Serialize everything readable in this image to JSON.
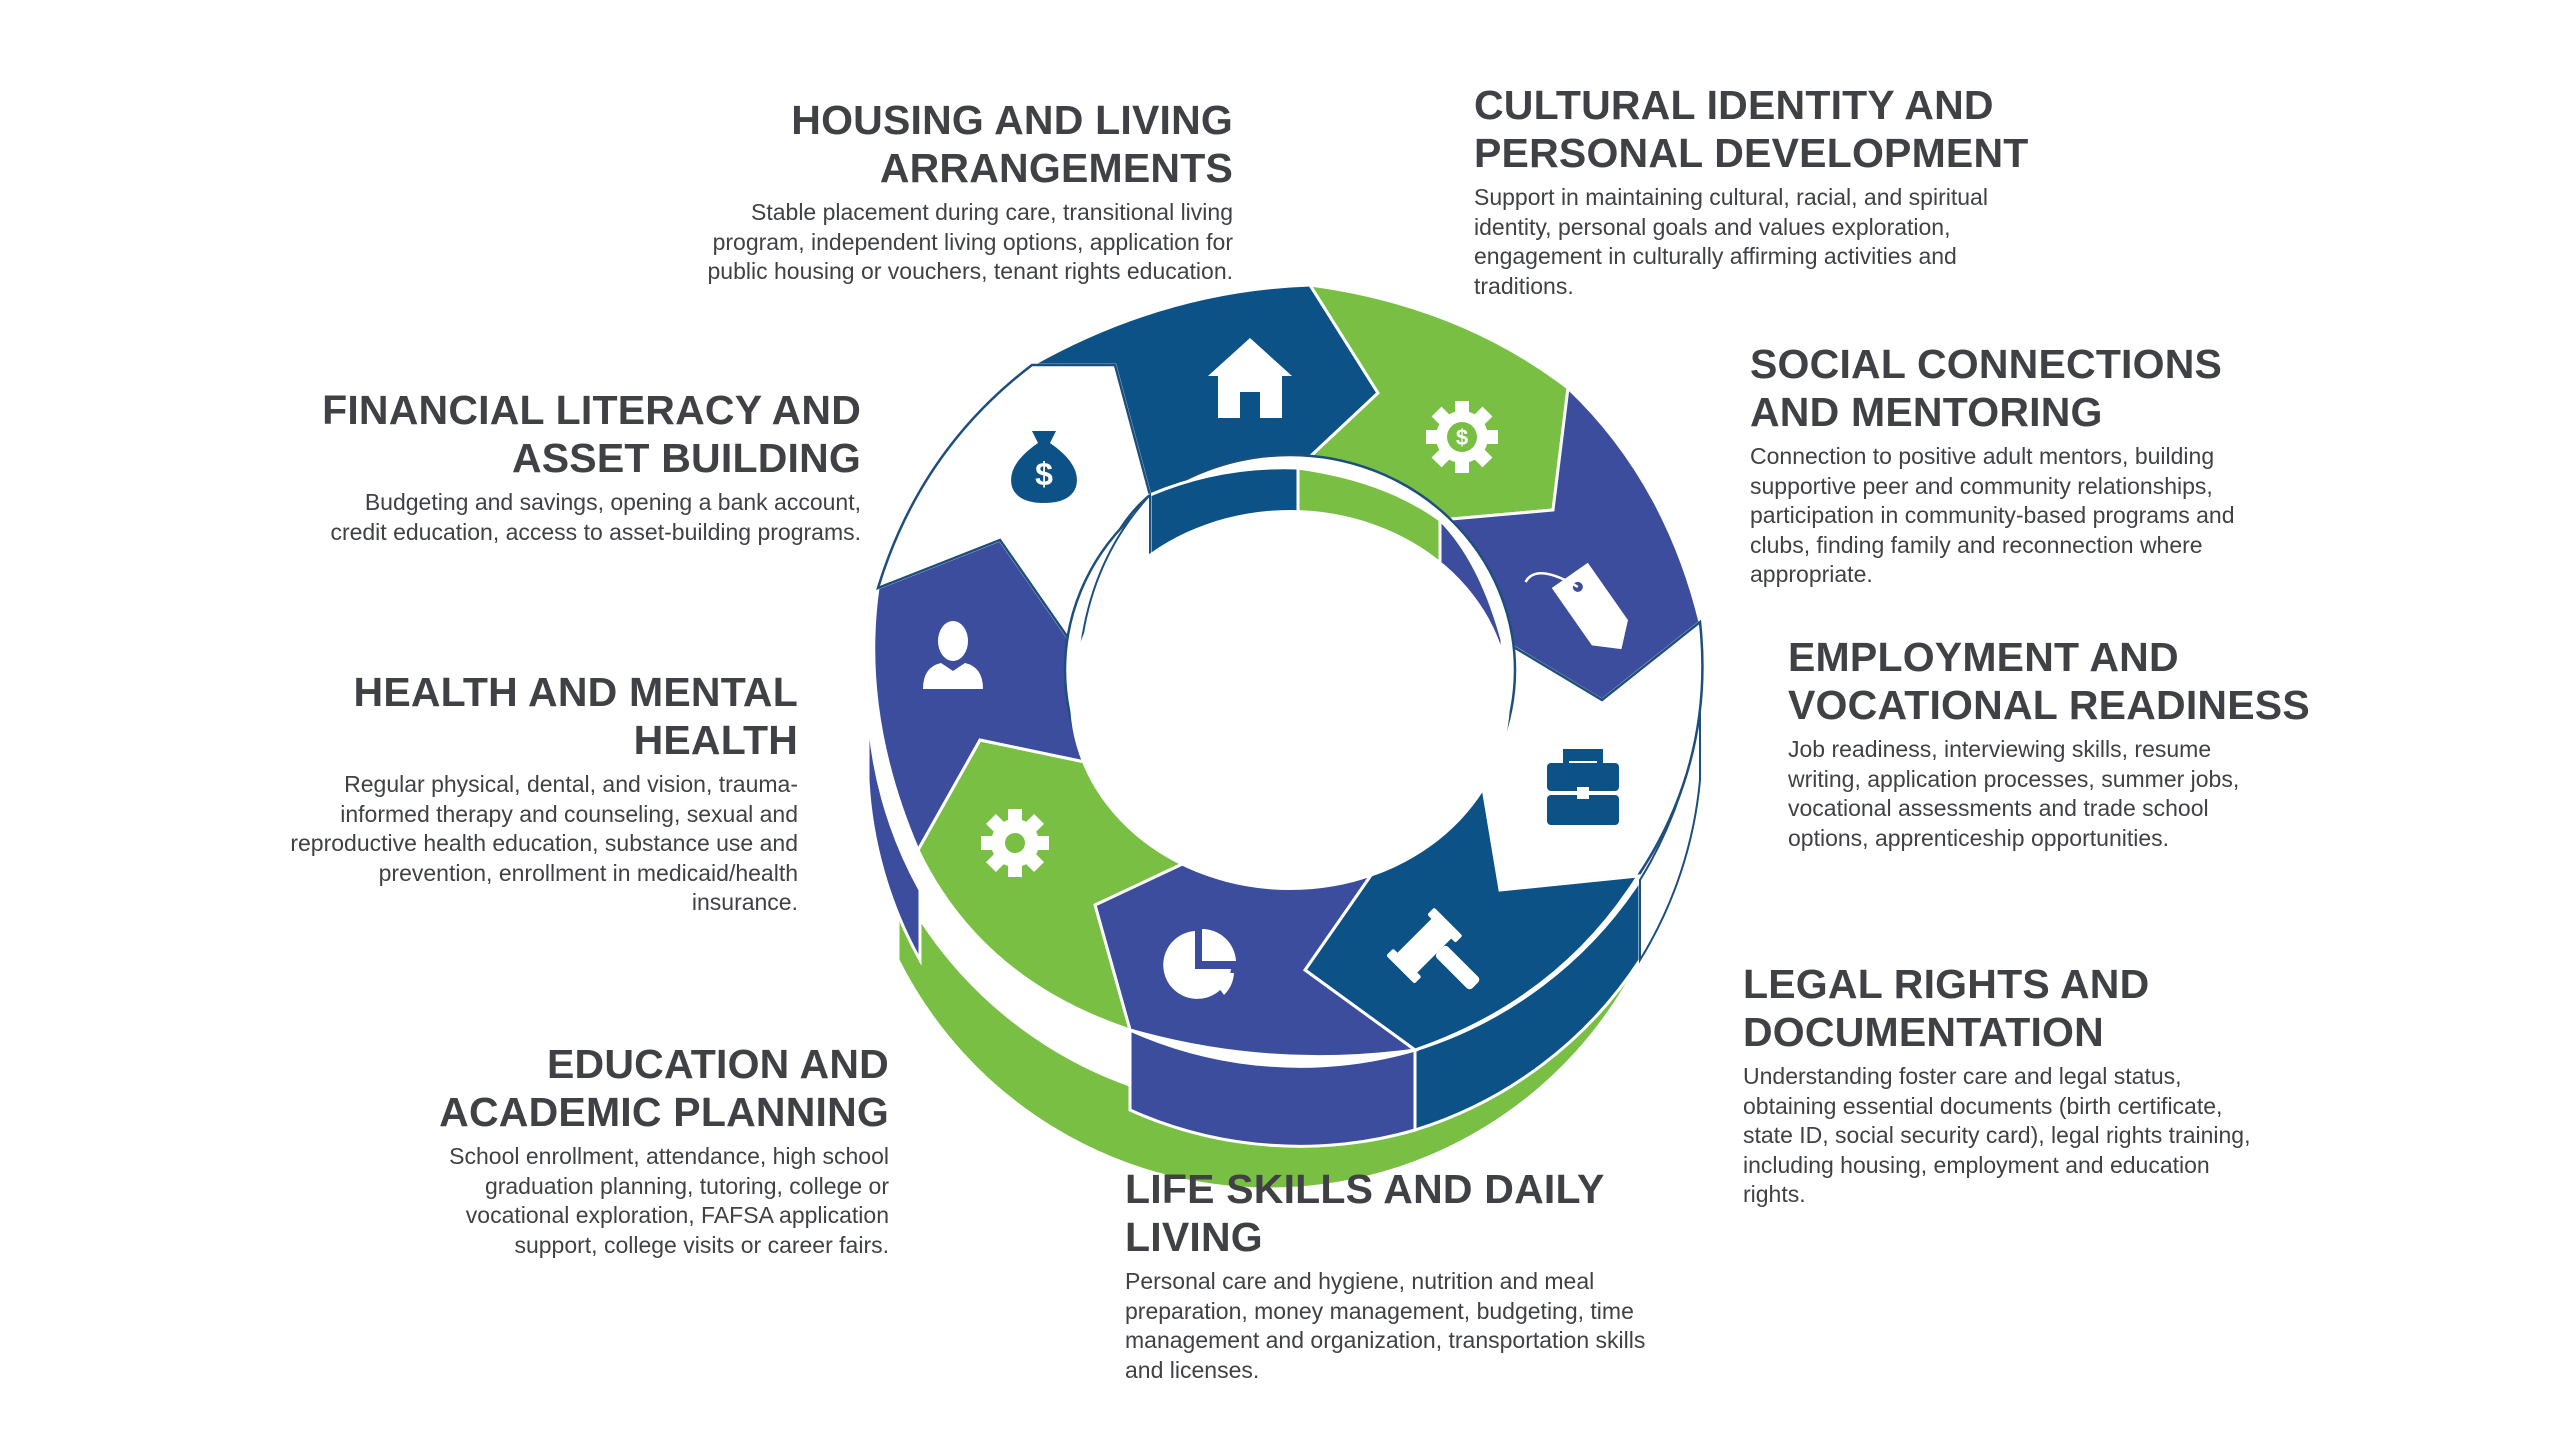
{
  "colors": {
    "navy": "#0d5287",
    "indigo": "#3c4d9d",
    "green": "#79bf43",
    "white": "#ffffff",
    "outline": "#1e4f7c",
    "text": "#3f4144"
  },
  "segments": [
    {
      "name": "housing",
      "color": "navy",
      "icon": "house-icon"
    },
    {
      "name": "cultural",
      "color": "green",
      "icon": "gear-dollar-icon"
    },
    {
      "name": "social",
      "color": "indigo",
      "icon": "tag-icon"
    },
    {
      "name": "employment",
      "color": "white",
      "icon": "briefcase-icon"
    },
    {
      "name": "legal",
      "color": "navy",
      "icon": "gavel-icon"
    },
    {
      "name": "life-skills",
      "color": "indigo",
      "icon": "pie-chart-icon"
    },
    {
      "name": "education",
      "color": "green",
      "icon": "gear-icon"
    },
    {
      "name": "health",
      "color": "indigo",
      "icon": "person-icon"
    },
    {
      "name": "financial",
      "color": "white",
      "icon": "money-bag-icon"
    }
  ],
  "topics": {
    "housing": {
      "title_1": "HOUSING AND LIVING",
      "title_2": "ARRANGEMENTS",
      "desc_1": "Stable placement during care, transitional living",
      "desc_2": "program, independent living options, application for",
      "desc_3": "public housing or vouchers, tenant rights education."
    },
    "cultural": {
      "title_1": "CULTURAL IDENTITY AND",
      "title_2": "PERSONAL DEVELOPMENT",
      "desc_1": "Support in maintaining cultural, racial, and spiritual",
      "desc_2": "identity, personal goals and values exploration,",
      "desc_3": "engagement in culturally affirming activities and",
      "desc_4": "traditions."
    },
    "social": {
      "title_1": "SOCIAL CONNECTIONS",
      "title_2": "AND MENTORING",
      "desc_1": "Connection to positive adult mentors, building",
      "desc_2": "supportive peer and community relationships,",
      "desc_3": "participation in community-based programs and",
      "desc_4": "clubs, finding family and reconnection where",
      "desc_5": "appropriate."
    },
    "employment": {
      "title_1": "EMPLOYMENT AND",
      "title_2": "VOCATIONAL READINESS",
      "desc_1": "Job readiness, interviewing skills, resume",
      "desc_2": "writing, application processes, summer jobs,",
      "desc_3": "vocational assessments and trade school",
      "desc_4": "options, apprenticeship opportunities."
    },
    "legal": {
      "title_1": "LEGAL RIGHTS AND",
      "title_2": "DOCUMENTATION",
      "desc_1": "Understanding foster care and legal status,",
      "desc_2": "obtaining essential documents (birth certificate,",
      "desc_3": "state ID, social security card), legal rights training,",
      "desc_4": "including housing, employment and education",
      "desc_5": "rights."
    },
    "life": {
      "title_1": "LIFE SKILLS AND DAILY",
      "title_2": "LIVING",
      "desc_1": "Personal care and hygiene, nutrition and meal",
      "desc_2": "preparation, money management, budgeting, time",
      "desc_3": "management and organization, transportation skills",
      "desc_4": "and licenses."
    },
    "education": {
      "title_1": "EDUCATION AND",
      "title_2": "ACADEMIC PLANNING",
      "desc_1": "School enrollment, attendance, high school",
      "desc_2": "graduation planning, tutoring, college or",
      "desc_3": "vocational exploration, FAFSA application",
      "desc_4": "support, college visits or career fairs."
    },
    "health": {
      "title_1": "HEALTH AND MENTAL",
      "title_2": "HEALTH",
      "desc_1": "Regular physical, dental, and vision, trauma-",
      "desc_2": "informed therapy and counseling, sexual and",
      "desc_3": "reproductive health education, substance use and",
      "desc_4": "prevention, enrollment in medicaid/health",
      "desc_5": "insurance."
    },
    "financial": {
      "title_1": "FINANCIAL LITERACY AND",
      "title_2": "ASSET BUILDING",
      "desc_1": "Budgeting and savings, opening a bank account,",
      "desc_2": "credit education, access to asset-building programs."
    }
  }
}
